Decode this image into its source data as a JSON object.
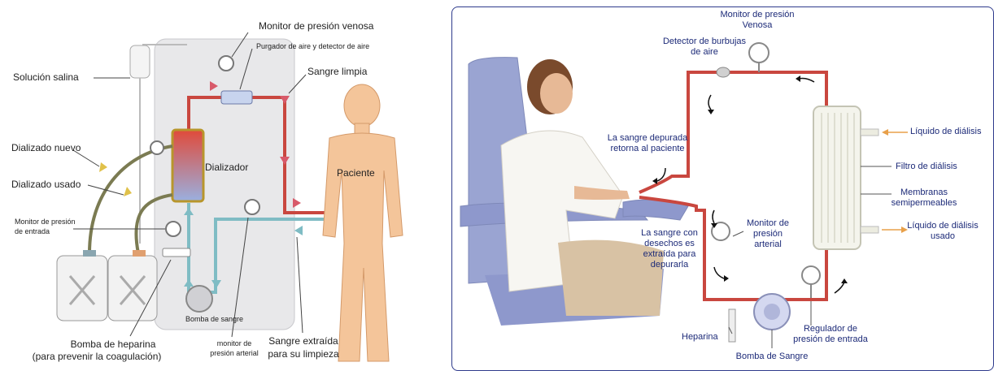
{
  "left": {
    "labels": {
      "venous_monitor": "Monitor de presión venosa",
      "air_purger": "Purgador de aire y detector de aire",
      "saline": "Solución salina",
      "clean_blood": "Sangre limpia",
      "new_dialysate": "Dializado nuevo",
      "used_dialysate": "Dializado usado",
      "dialyzer": "Dializador",
      "patient": "Paciente",
      "inlet_monitor_1": "Monitor de presión",
      "inlet_monitor_2": "de entrada",
      "blood_pump": "Bomba de sangre",
      "heparin_pump_1": "Bomba de heparina",
      "heparin_pump_2": "(para prevenir la coagulación)",
      "arterial_monitor_1": "monitor de",
      "arterial_monitor_2": "presión arterial",
      "extracted_blood_1": "Sangre extraída",
      "extracted_blood_2": "para su limpieza"
    }
  },
  "right": {
    "labels": {
      "venous_monitor_1": "Monitor de presión",
      "venous_monitor_2": "Venosa",
      "bubble_detector_1": "Detector de burbujas",
      "bubble_detector_2": "de aire",
      "returned_blood_1": "La sangre depurada",
      "returned_blood_2": "retorna al paciente",
      "dialysis_liquid": "Líquido de diálisis",
      "dialysis_filter": "Filtro de diálisis",
      "membranes_1": "Membranas",
      "membranes_2": "semipermeables",
      "arterial_monitor_1": "Monitor de",
      "arterial_monitor_2": "presión",
      "arterial_monitor_3": "arterial",
      "waste_blood_1": "La sangre con",
      "waste_blood_2": "desechos es",
      "waste_blood_3": "extraída para",
      "waste_blood_4": "depurarla",
      "used_liquid_1": "Líquido de diálisis",
      "used_liquid_2": "usado",
      "heparin": "Heparina",
      "blood_pump": "Bomba de Sangre",
      "inlet_regulator_1": "Regulador de",
      "inlet_regulator_2": "presión de entrada"
    }
  },
  "colors": {
    "blood_line": "#c9473f",
    "teal_line": "#7fbcc4",
    "machine_bg": "#e9e9ec",
    "skin": "#f4c59a",
    "label_blue": "#1c2a78",
    "orange_arrow": "#e8a04a"
  }
}
